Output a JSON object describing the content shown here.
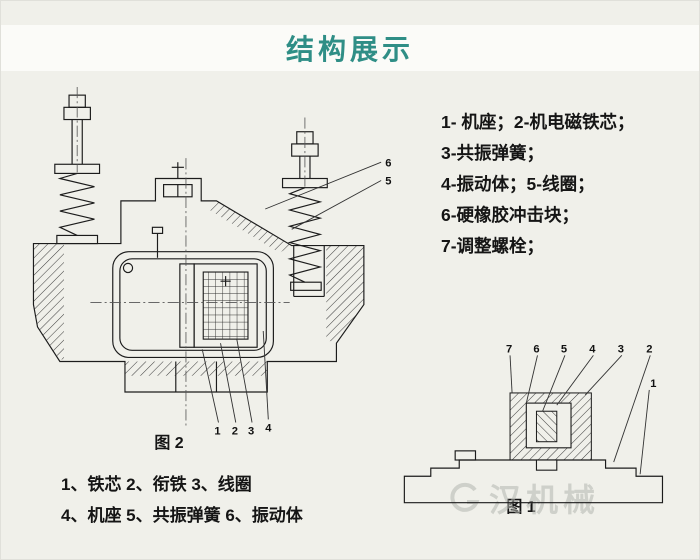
{
  "page": {
    "title": "结构展示"
  },
  "legend": {
    "lines": [
      "1-  机座；2-机电磁铁芯；",
      "3-共振弹簧；",
      "4-振动体；5-线圈；",
      "6-硬橡胶冲击块；",
      "7-调整螺栓；"
    ]
  },
  "fig2": {
    "caption": "图 2",
    "top_labels": [
      "6",
      "5"
    ],
    "bottom_labels": [
      "1",
      "2",
      "3",
      "4"
    ]
  },
  "fig1": {
    "caption": "图 1",
    "top_labels": [
      "7",
      "6",
      "5",
      "4",
      "3",
      "2"
    ],
    "side_label": "1"
  },
  "notes": {
    "line1": "1、铁芯 2、衔铁 3、线圈",
    "line2": "4、机座 5、共振弹簧 6、振动体"
  },
  "watermark": {
    "text": "汉机械"
  },
  "colors": {
    "title": "#2f8e86",
    "page_bg": "#f0f0ea",
    "line": "#1c1c1c",
    "watermark": "#b4b6b0"
  }
}
